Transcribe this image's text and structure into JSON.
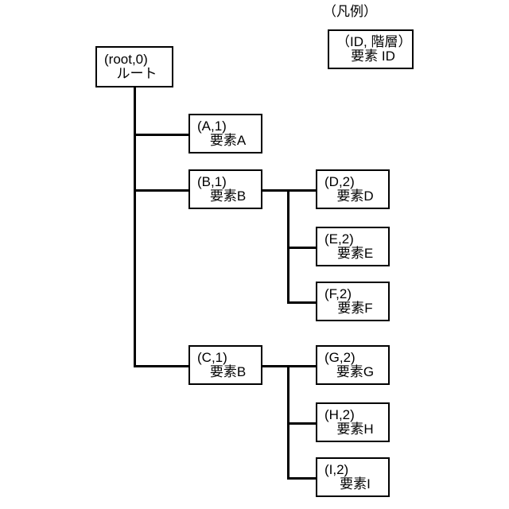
{
  "diagram": {
    "title_text": "（凡例）",
    "legend": {
      "line1": "（ID, 階層）",
      "line2": "要素 ID"
    },
    "nodes": [
      {
        "key": "root",
        "id_layer": "(root,0)",
        "label": "ルート"
      },
      {
        "key": "a",
        "id_layer": "(A,1)",
        "label": "要素A"
      },
      {
        "key": "b",
        "id_layer": "(B,1)",
        "label": "要素B"
      },
      {
        "key": "c",
        "id_layer": "(C,1)",
        "label": "要素B"
      },
      {
        "key": "d",
        "id_layer": "(D,2)",
        "label": "要素D"
      },
      {
        "key": "e",
        "id_layer": "(E,2)",
        "label": "要素E"
      },
      {
        "key": "f",
        "id_layer": "(F,2)",
        "label": "要素F"
      },
      {
        "key": "g",
        "id_layer": "(G,2)",
        "label": "要素G"
      },
      {
        "key": "h",
        "id_layer": "(H,2)",
        "label": "要素H"
      },
      {
        "key": "i",
        "id_layer": "(I,2)",
        "label": "要素I"
      }
    ],
    "colors": {
      "stroke": "#000000",
      "fill": "#ffffff",
      "text": "#000000"
    }
  }
}
